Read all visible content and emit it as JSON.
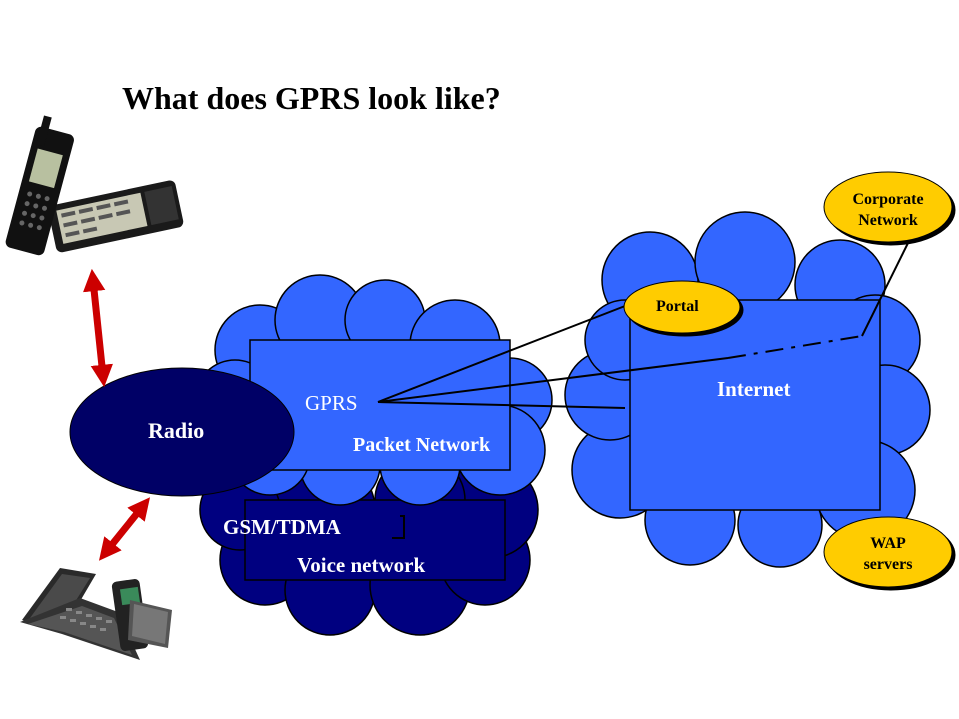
{
  "title": "What does GPRS look like?",
  "labels": {
    "radio": "Radio",
    "gprs": "GPRS",
    "packet_network": "Packet Network",
    "gsm_tdma": "GSM/TDMA",
    "voice_network": "Voice network",
    "internet": "Internet",
    "portal": "Portal",
    "corporate_line1": "Corporate",
    "corporate_line2": "Network",
    "wap_line1": "WAP",
    "wap_line2": "servers"
  },
  "colors": {
    "voice_cloud": "#000080",
    "packet_cloud": "#3366ff",
    "internet_cloud": "#3366ff",
    "radio_ellipse": "#000066",
    "server_ellipse": "#ffcc00",
    "arrow": "#cc0000"
  },
  "icons": {
    "top_device": "mobile-phones-icon",
    "bottom_device": "handheld-pc-and-phone-icon"
  }
}
